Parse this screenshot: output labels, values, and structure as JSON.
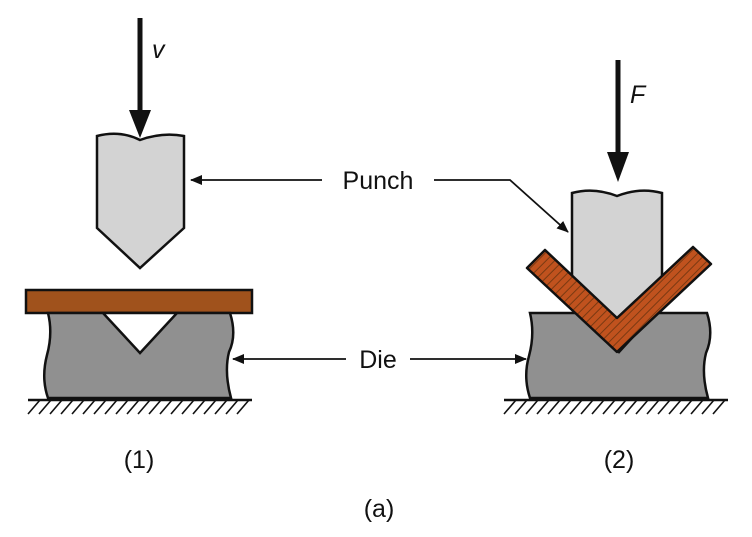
{
  "labels": {
    "velocity": "v",
    "force": "F",
    "punch": "Punch",
    "die": "Die",
    "step1": "(1)",
    "step2": "(2)",
    "caption": "(a)"
  },
  "colors": {
    "punch": "#d3d3d3",
    "die": "#909090",
    "sheet": "#a0521c",
    "ground_hatch": "#222222",
    "background": "#ffffff"
  }
}
